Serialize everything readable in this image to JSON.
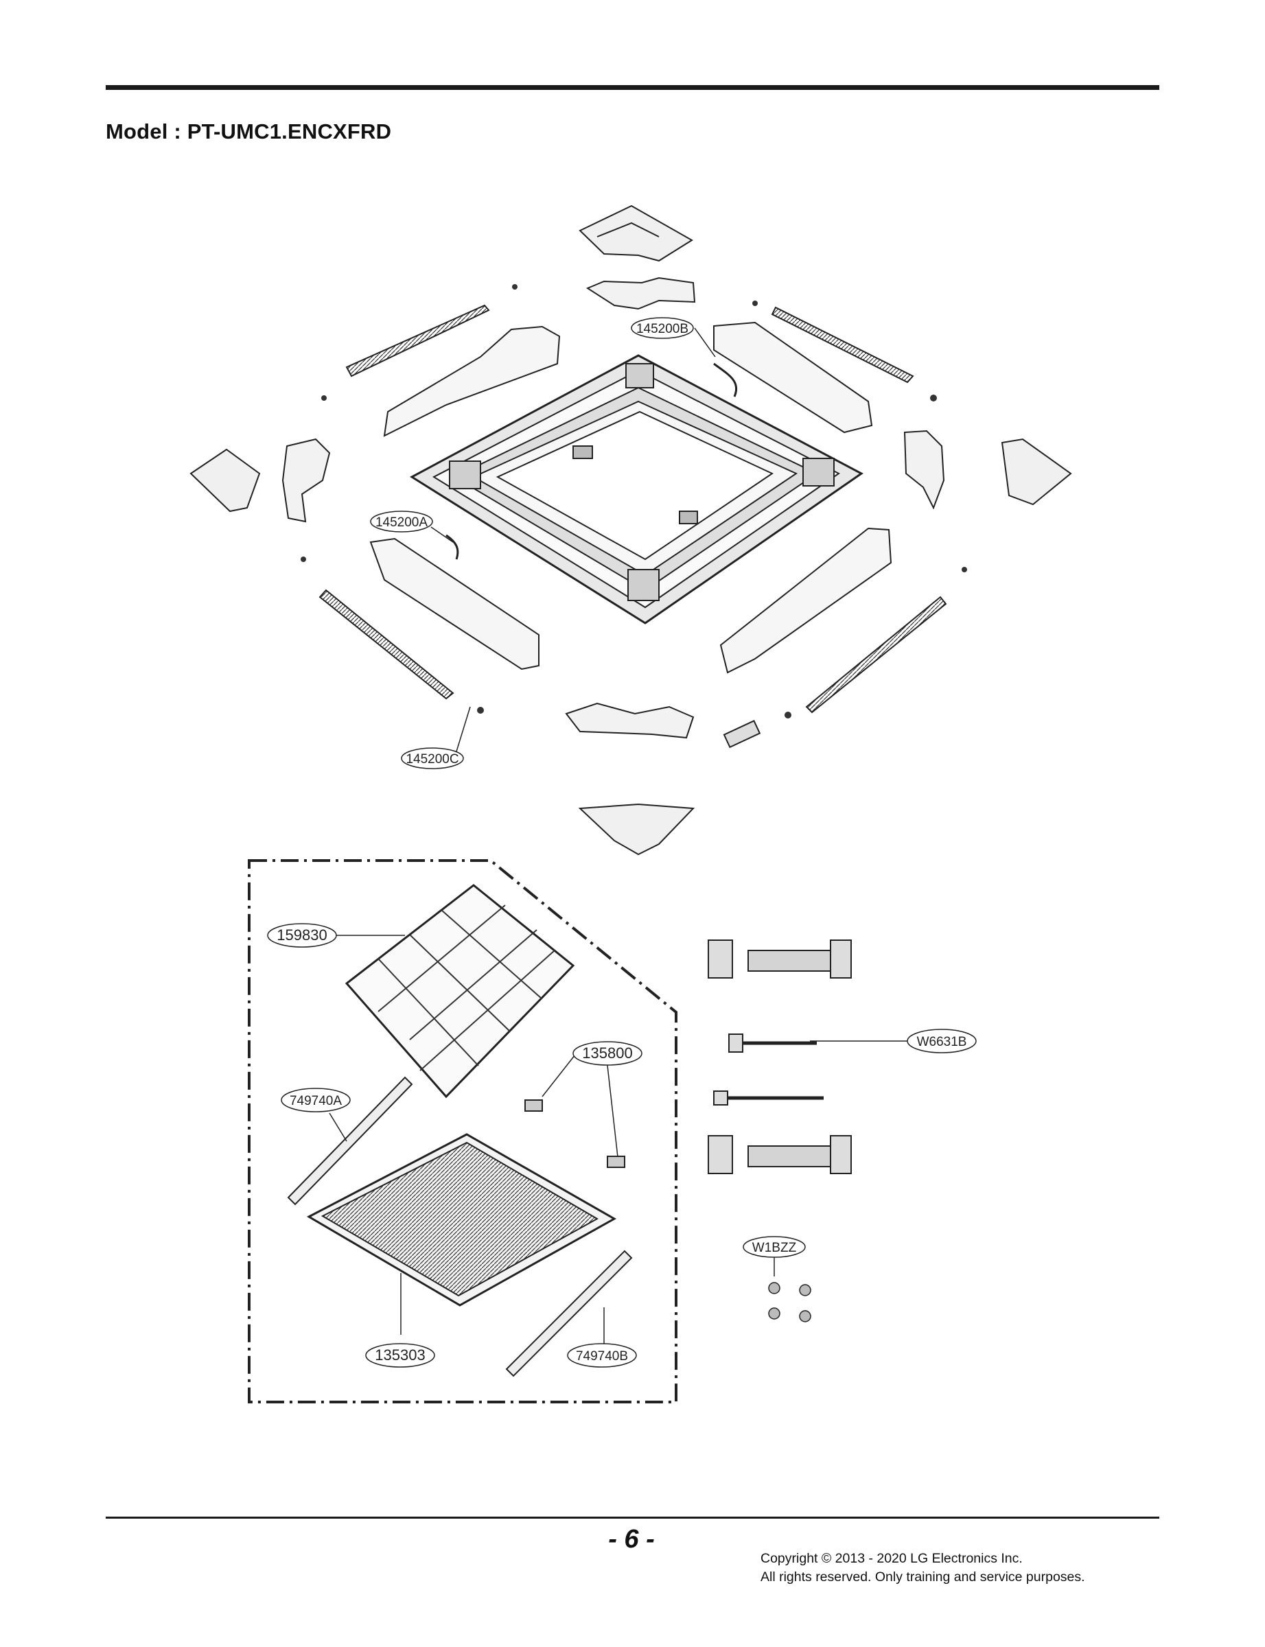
{
  "header": {
    "title": "Model : PT-UMC1.ENCXFRD"
  },
  "footer": {
    "page_number": "- 6 -",
    "copyright_line1": "Copyright © 2013 - 2020 LG Electronics Inc.",
    "copyright_line2": "All rights reserved. Only training and service purposes."
  },
  "callouts": {
    "c145200B": "145200B",
    "c145200A": "145200A",
    "c145200C": "145200C",
    "c159830": "159830",
    "c135800": "135800",
    "c749740A": "749740A",
    "c135303": "135303",
    "c749740B": "749740B",
    "cW6631B": "W6631B",
    "cW1BZZ": "W1BZZ"
  }
}
